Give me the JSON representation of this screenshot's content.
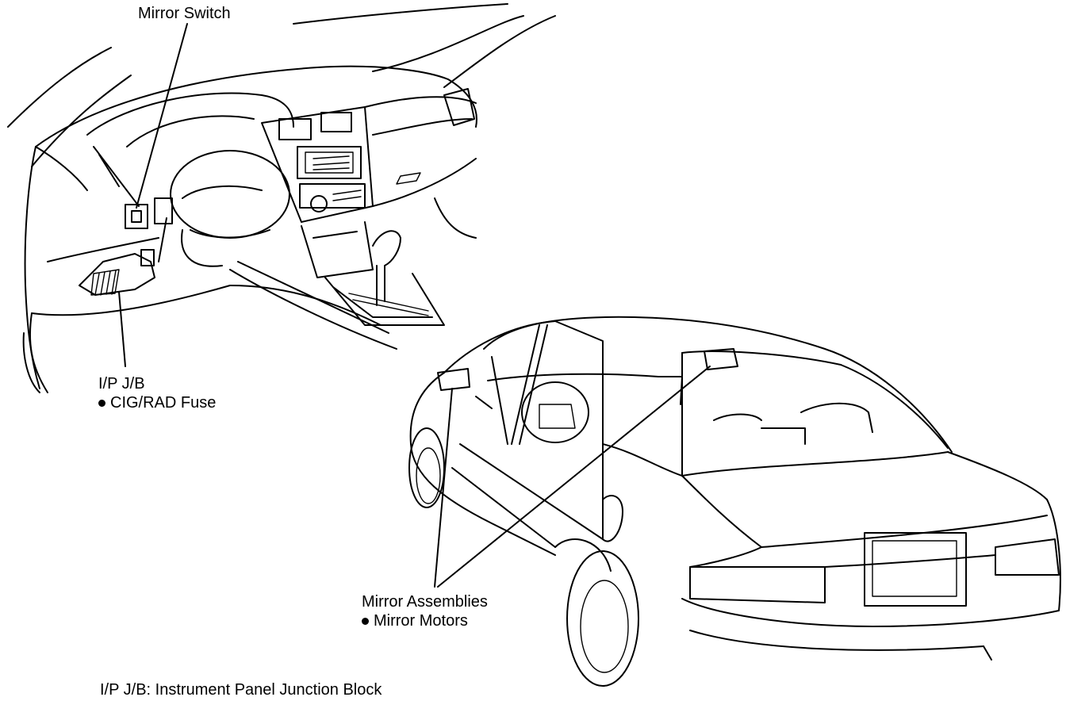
{
  "labels": {
    "mirror_switch": "Mirror Switch",
    "ip_jb": "I/P J/B",
    "cig_rad_fuse": "CIG/RAD Fuse",
    "mirror_assemblies": "Mirror Assemblies",
    "mirror_motors": "Mirror Motors",
    "legend_abbrev": "I/P J/B",
    "legend_sep": ":",
    "legend_text": "Instrument Panel Junction Block"
  },
  "colors": {
    "ink": "#000000",
    "paper": "#ffffff"
  },
  "icons": {
    "bullet": "filled-circle"
  }
}
